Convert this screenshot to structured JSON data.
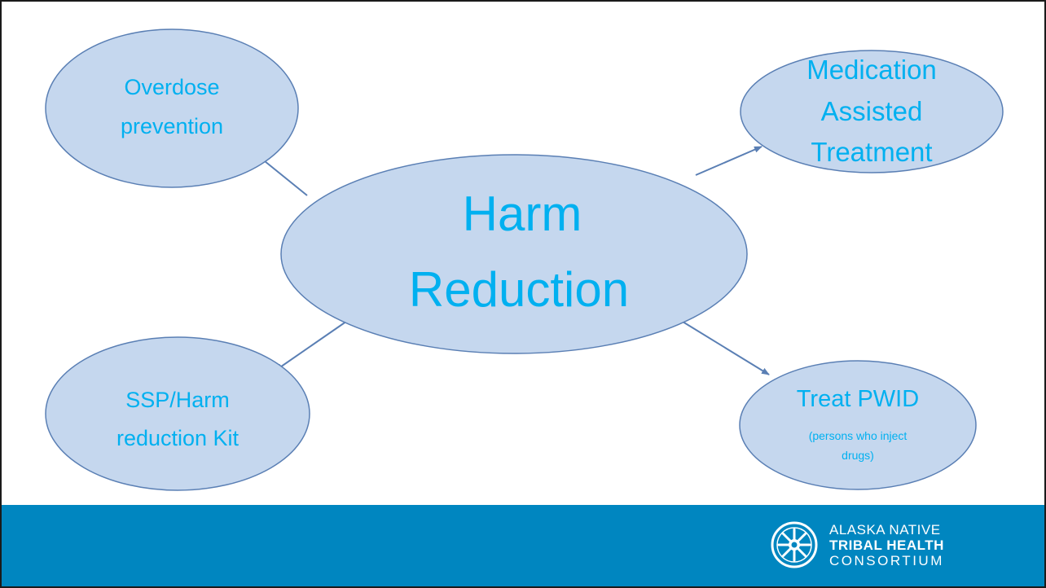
{
  "diagram": {
    "center": {
      "line1": "Harm",
      "line2": "Reduction"
    },
    "nodes": {
      "overdose": {
        "line1": "Overdose",
        "line2": "prevention"
      },
      "mat": {
        "line1": "Medication",
        "line2": "Assisted",
        "line3": "Treatment"
      },
      "ssp": {
        "line1": "SSP/Harm",
        "line2": "reduction Kit"
      },
      "pwid": {
        "line1": "Treat PWID",
        "line2": "(persons who inject",
        "line3": "drugs)"
      }
    }
  },
  "footer": {
    "logo": {
      "line1": "ALASKA NATIVE",
      "line2": "TRIBAL HEALTH",
      "line3": "CONSORTIUM"
    }
  },
  "colors": {
    "ellipse_fill": "#c5d7ee",
    "ellipse_stroke": "#5a7fb4",
    "text": "#00b0f0",
    "footer": "#0086c0"
  }
}
